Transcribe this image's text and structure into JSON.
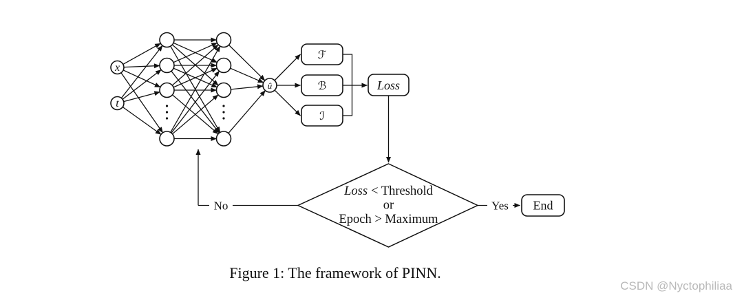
{
  "network": {
    "input_labels": [
      "x",
      "t"
    ],
    "output_label": "û"
  },
  "operator_boxes": {
    "f_label": "ℱ",
    "b_label": "ℬ",
    "i_label": "ℐ"
  },
  "loss_box": {
    "label": "Loss"
  },
  "decision": {
    "line1_loss": "Loss",
    "line1_rest": "< Threshold",
    "line2": "or",
    "line3": "Epoch > Maximum"
  },
  "branch_labels": {
    "no": "No",
    "yes": "Yes"
  },
  "end_box": {
    "label": "End"
  },
  "caption": "Figure 1: The framework of PINN.",
  "watermark": "CSDN @Nyctophiliaa",
  "colors": {
    "stroke": "#111111",
    "background": "#ffffff",
    "watermark": "#b9b9b9"
  }
}
